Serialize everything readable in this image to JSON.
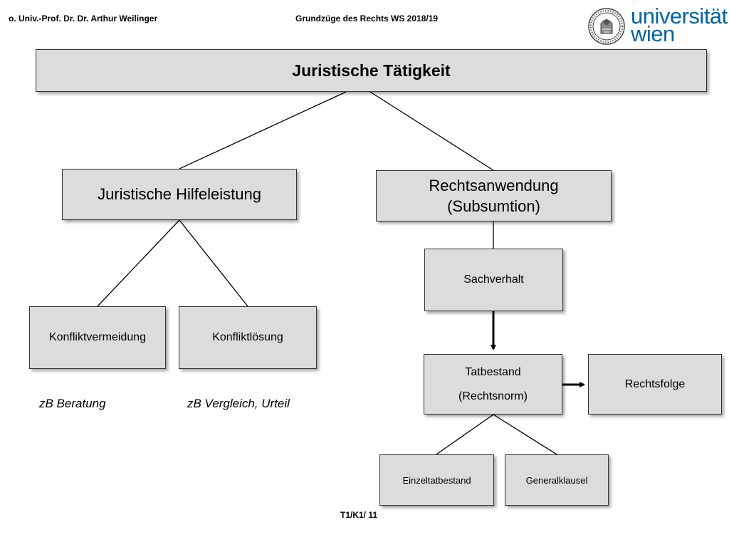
{
  "header": {
    "left": "o. Univ.-Prof. Dr. Dr. Arthur Weilinger",
    "center": "Grundzüge des Rechts WS 2018/19",
    "logo": {
      "line1": "universität",
      "line2": "wien",
      "seal_icon": "university-seal-icon",
      "color": "#0063a6"
    }
  },
  "diagram": {
    "root": "Juristische Tätigkeit",
    "hilfeleistung": "Juristische Hilfeleistung",
    "rechtsanwendung": {
      "line1": "Rechtsanwendung",
      "line2": "(Subsumtion)"
    },
    "konfliktvermeidung": "Konfliktvermeidung",
    "konfliktloesung": "Konfliktlösung",
    "sachverhalt": "Sachverhalt",
    "tatbestand": {
      "line1": "Tatbestand",
      "line2": "(Rechtsnorm)"
    },
    "rechtsfolge": "Rechtsfolge",
    "einzeltatbestand": "Einzeltatbestand",
    "generalklausel": "Generalklausel",
    "notes": {
      "konfliktvermeidung": "zB Beratung",
      "konfliktloesung": "zB Vergleich, Urteil"
    },
    "box_color": "#dcdcdc"
  },
  "footer": "T1/K1/ 11"
}
